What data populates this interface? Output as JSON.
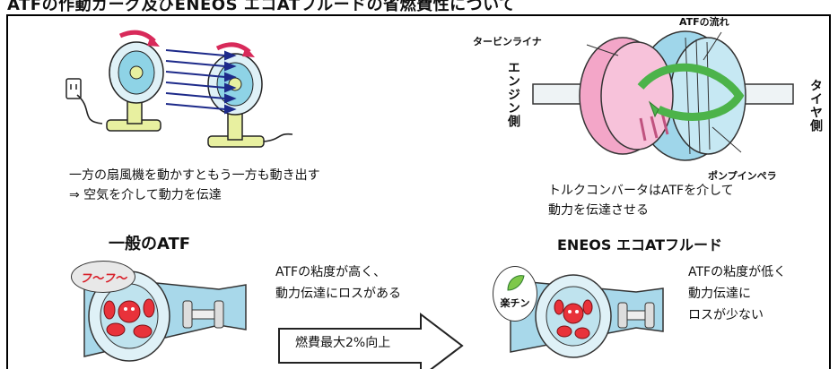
{
  "header": {
    "title": "ATFの作動ガーグ及びENEOS エコATフルードの省燃費性について"
  },
  "fan_section": {
    "caption_line1": "一方の扇風機を動かすともう一方も動き出す",
    "caption_line2": "⇒ 空気を介して動力を伝達"
  },
  "converter_section": {
    "label_turbine": "タービンライナ",
    "label_flow": "ATFの流れ",
    "label_pump": "ポンプインペラ",
    "engine_side": "エンジン側",
    "tire_side": "タイヤ側",
    "caption_line1": "トルクコンバータはATFを介して",
    "caption_line2": "動力を伝達させる"
  },
  "general_atf": {
    "title": "一般のATF",
    "balloon": "フ〜フ〜",
    "desc_line1": "ATFの粘度が高く、",
    "desc_line2": "動力伝達にロスがある"
  },
  "arrow": {
    "label": "燃費最大2%向上"
  },
  "eneos_atf": {
    "title": "ENEOS エコATフルード",
    "balloon": "楽チン",
    "desc_line1": "ATFの粘度が低く",
    "desc_line2": "動力伝達に",
    "desc_line3": "ロスが少ない"
  },
  "colors": {
    "fan_body": "#e8f0a0",
    "fan_blade": "#8ed3e6",
    "airflow_arrow": "#1d2a8a",
    "rotation_arrow": "#d82a5a",
    "turbine": "#f3a6c8",
    "pump": "#9fd6ea",
    "flow_arrow": "#4cb34a",
    "housing": "#a8d8ea",
    "character": "#e8323a",
    "leaf": "#7ec84a"
  }
}
